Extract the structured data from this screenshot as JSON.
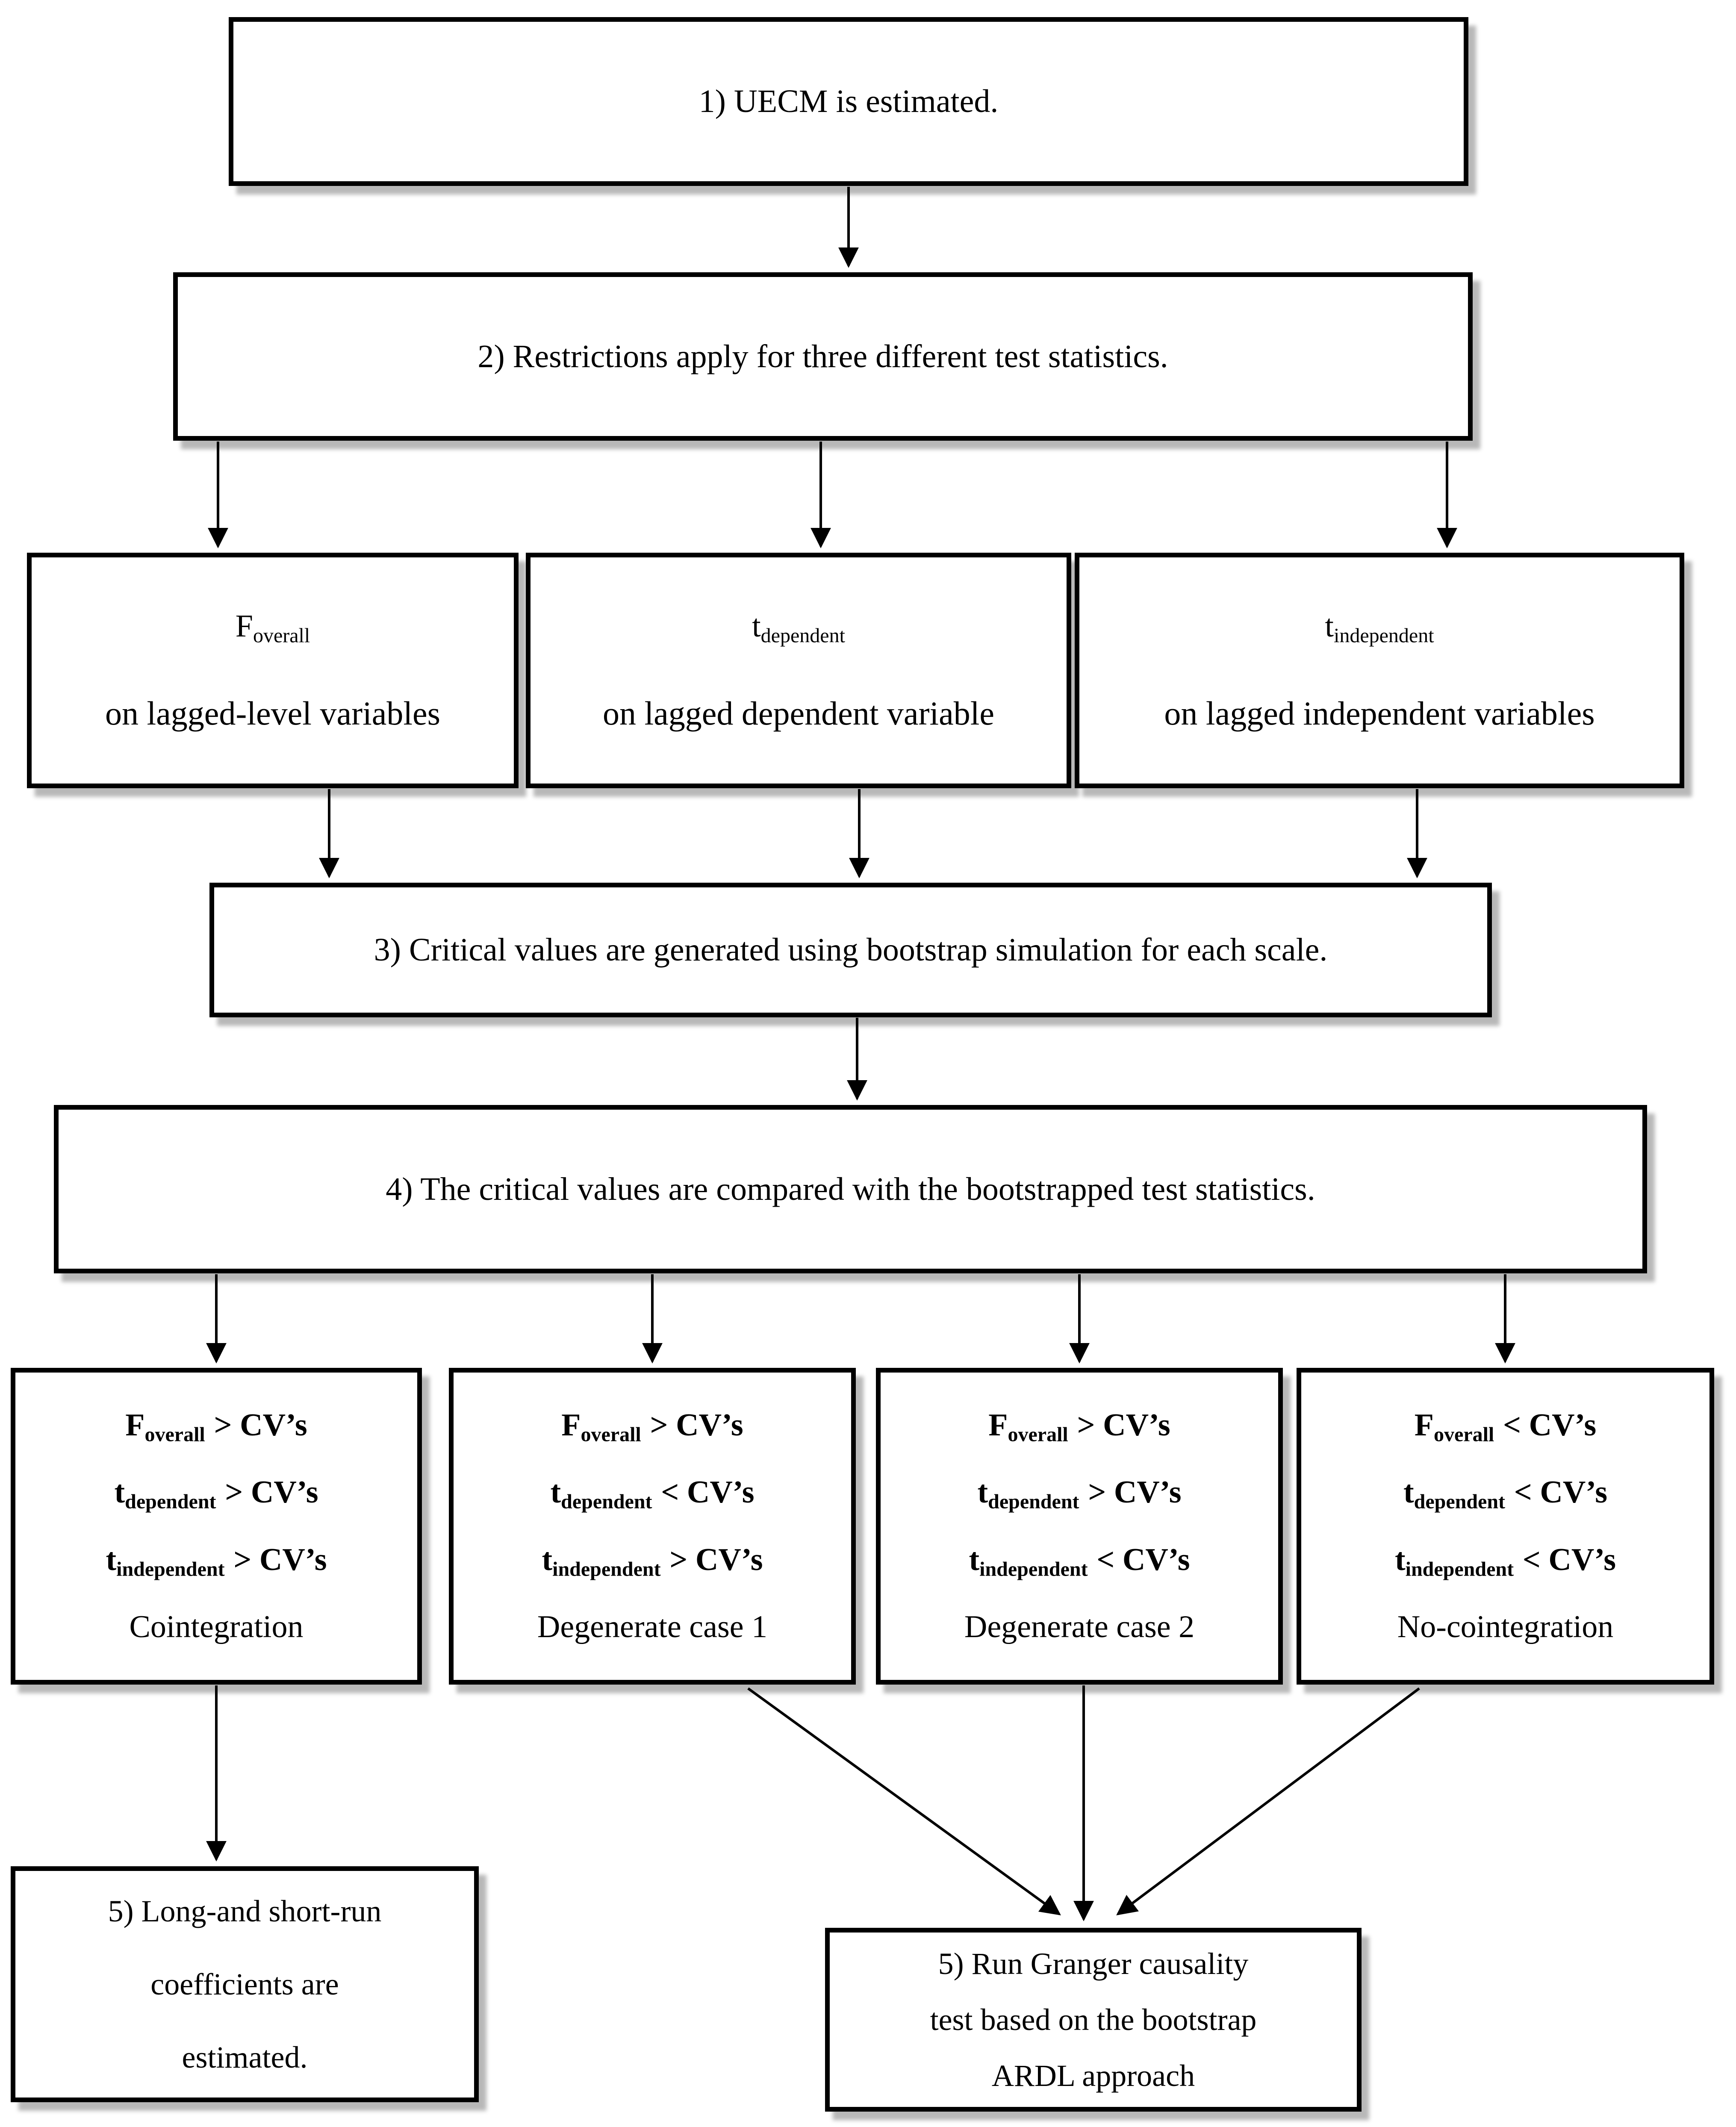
{
  "flowchart": {
    "colors": {
      "box_border": "#000000",
      "box_fill": "#ffffff",
      "text": "#000000",
      "shadow": "#bdbdbd"
    },
    "steps": {
      "step1": "1) UECM is estimated.",
      "step2": "2) Restrictions apply for three different test statistics.",
      "step3": "3) Critical values are generated using bootstrap simulation for each scale.",
      "step4": "4) The critical values are compared with the bootstrapped test statistics."
    },
    "statistics": {
      "f_overall": {
        "symbol": "F",
        "subscript": "overall",
        "description": "on lagged-level variables"
      },
      "t_dependent": {
        "symbol": "t",
        "subscript": "dependent",
        "description": "on lagged dependent variable"
      },
      "t_independent": {
        "symbol": "t",
        "subscript": "independent",
        "description": "on lagged independent variables"
      }
    },
    "cases": {
      "cointegration": {
        "lines": [
          {
            "symbol": "F",
            "subscript": "overall",
            "relation": "> CV’s"
          },
          {
            "symbol": "t",
            "subscript": "dependent",
            "relation": "> CV’s"
          },
          {
            "symbol": "t",
            "subscript": "independent",
            "relation": "> CV’s"
          }
        ],
        "label": "Cointegration"
      },
      "degenerate1": {
        "lines": [
          {
            "symbol": "F",
            "subscript": "overall",
            "relation": "> CV’s"
          },
          {
            "symbol": "t",
            "subscript": "dependent",
            "relation": "< CV’s"
          },
          {
            "symbol": "t",
            "subscript": "independent",
            "relation": "> CV’s"
          }
        ],
        "label": "Degenerate case 1"
      },
      "degenerate2": {
        "lines": [
          {
            "symbol": "F",
            "subscript": "overall",
            "relation": "> CV’s"
          },
          {
            "symbol": "t",
            "subscript": "dependent",
            "relation": "> CV’s"
          },
          {
            "symbol": "t",
            "subscript": "independent",
            "relation": "< CV’s"
          }
        ],
        "label": "Degenerate case 2"
      },
      "no_cointegration": {
        "lines": [
          {
            "symbol": "F",
            "subscript": "overall",
            "relation": "< CV’s"
          },
          {
            "symbol": "t",
            "subscript": "dependent",
            "relation": "< CV’s"
          },
          {
            "symbol": "t",
            "subscript": "independent",
            "relation": "< CV’s"
          }
        ],
        "label": "No-cointegration"
      }
    },
    "outcomes": {
      "coefficients": {
        "lines": [
          "5) Long-and short-run",
          "coefficients are",
          "estimated."
        ]
      },
      "granger": {
        "lines": [
          "5) Run Granger causality",
          "test based on the bootstrap",
          "ARDL approach"
        ]
      }
    },
    "edges": [
      {
        "from": "step1",
        "to": "step2"
      },
      {
        "from": "step2",
        "to": "f_overall"
      },
      {
        "from": "step2",
        "to": "t_dependent"
      },
      {
        "from": "step2",
        "to": "t_independent"
      },
      {
        "from": "f_overall",
        "to": "step3"
      },
      {
        "from": "t_dependent",
        "to": "step3"
      },
      {
        "from": "t_independent",
        "to": "step3"
      },
      {
        "from": "step3",
        "to": "step4"
      },
      {
        "from": "step4",
        "to": "cointegration"
      },
      {
        "from": "step4",
        "to": "degenerate1"
      },
      {
        "from": "step4",
        "to": "degenerate2"
      },
      {
        "from": "step4",
        "to": "no_cointegration"
      },
      {
        "from": "cointegration",
        "to": "coefficients"
      },
      {
        "from": "degenerate1",
        "to": "granger"
      },
      {
        "from": "degenerate2",
        "to": "granger"
      },
      {
        "from": "no_cointegration",
        "to": "granger"
      }
    ]
  }
}
